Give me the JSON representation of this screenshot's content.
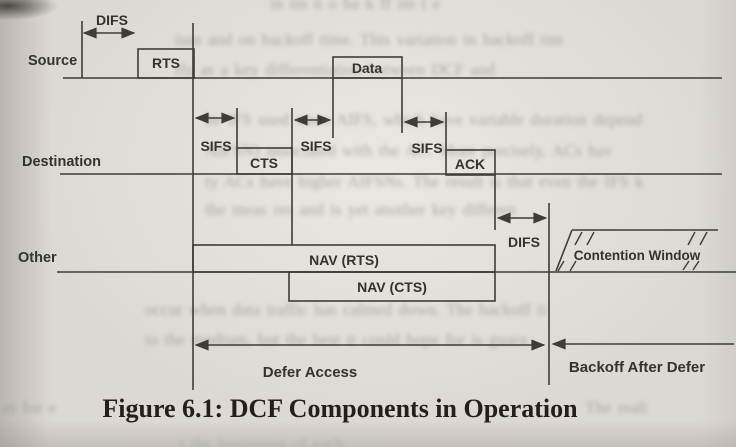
{
  "figure": {
    "caption": "Figure 6.1: DCF Components in Operation",
    "rows": {
      "source": "Source",
      "destination": "Destination",
      "other": "Other"
    },
    "frames": {
      "rts": "RTS",
      "data": "Data",
      "cts": "CTS",
      "ack": "ACK",
      "nav_rts": "NAV (RTS)",
      "nav_cts": "NAV (CTS)"
    },
    "intervals": {
      "difs_source": "DIFS",
      "sifs_1": "SIFS",
      "sifs_2": "SIFS",
      "sifs_3": "SIFS",
      "difs_other": "DIFS"
    },
    "regions": {
      "contention_window": "Contention Window",
      "defer_access": "Defer Access",
      "backoff_after_defer": "Backoff After Defer"
    }
  },
  "background_bleed": {
    "lines": [
      {
        "text": "in im n o ba k ff im t e"
      },
      {
        "text": "ium and on backoff time. This variation in backoff tim"
      },
      {
        "text": "rly as a key differentiation between DCF and"
      },
      {
        "text": "he IFS used since AIFS, which have variable duration depend"
      },
      {
        "text": "AIFSN) associated with the AC. More precisely, ACs hav"
      },
      {
        "text": "ty ACs have higher AIFSNs. The result is that even the IFS k"
      },
      {
        "text": "the meas res and is yet another key differen"
      },
      {
        "text": "occur when data traffic has calmed down. The backoff ti"
      },
      {
        "text": "to the medium, but the best it could hope for is guara"
      },
      {
        "text": "es for e"
      },
      {
        "text": "The reali"
      },
      {
        "text": "t the beginning of each"
      }
    ]
  },
  "colors": {
    "paper": "#dcd9d2",
    "ink": "#3e3c36",
    "caption_ink": "#241f18",
    "bleed": "#868c7c"
  }
}
